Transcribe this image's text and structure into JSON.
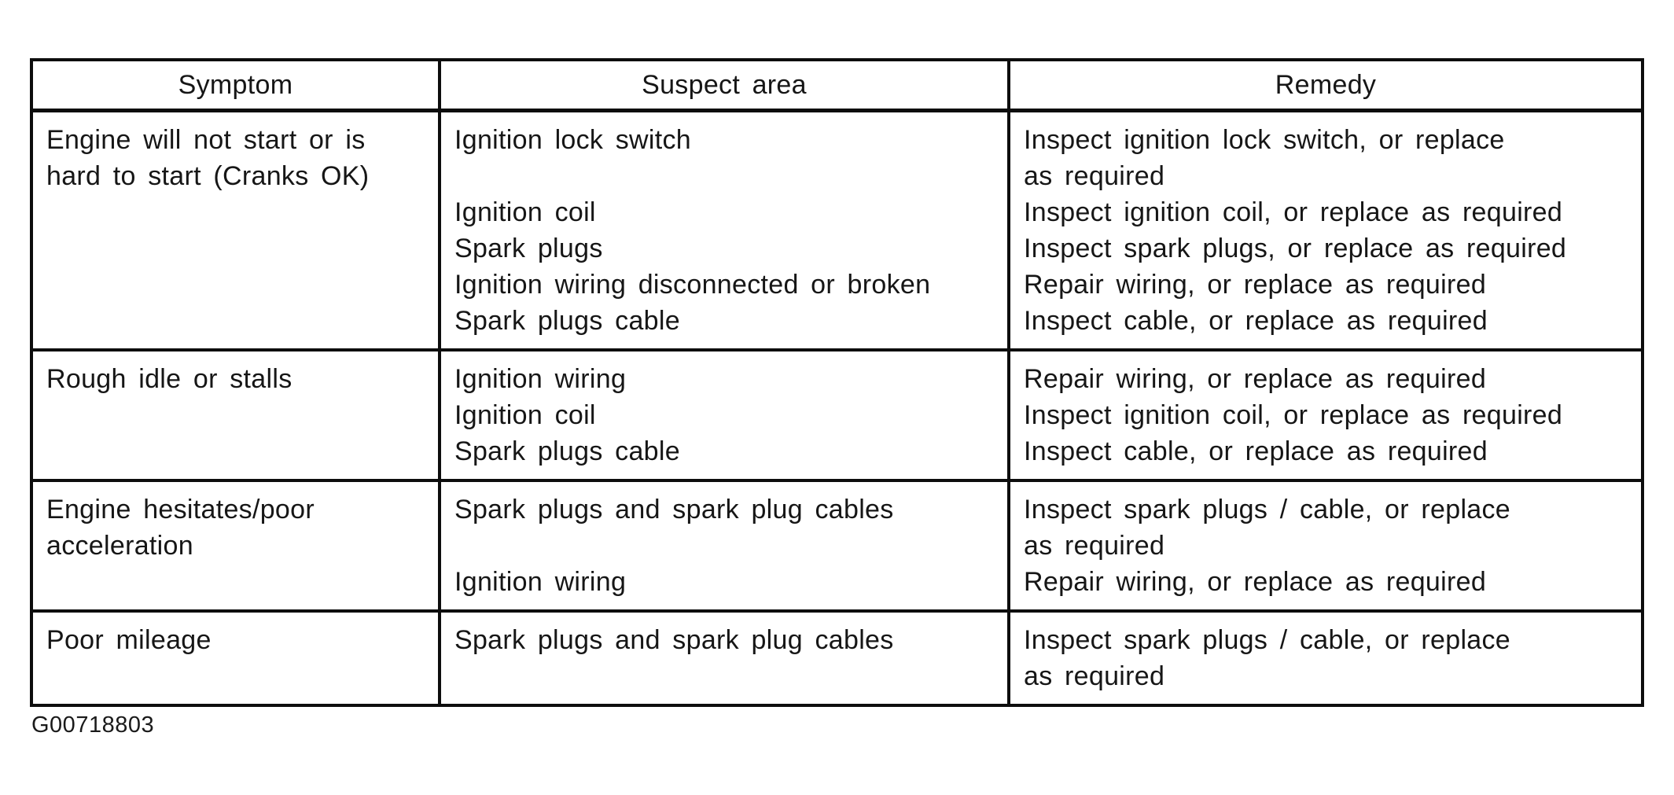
{
  "page": {
    "figure_code": "G00718803"
  },
  "table": {
    "headers": [
      "Symptom",
      "Suspect area",
      "Remedy"
    ],
    "rows": [
      {
        "symptom": [
          "Engine will not start or is",
          "hard to start (Cranks OK)"
        ],
        "suspect": [
          "Ignition lock switch",
          "",
          "Ignition coil",
          "Spark plugs",
          "Ignition wiring disconnected or broken",
          "Spark plugs cable"
        ],
        "remedy": [
          "Inspect ignition lock switch, or replace",
          "as required",
          "Inspect ignition coil, or replace as required",
          "Inspect spark plugs, or replace as required",
          "Repair wiring, or replace as required",
          "Inspect cable, or replace as required"
        ]
      },
      {
        "symptom": [
          "Rough idle or stalls"
        ],
        "suspect": [
          "Ignition wiring",
          "Ignition coil",
          "Spark plugs cable"
        ],
        "remedy": [
          "Repair wiring, or replace as required",
          "Inspect ignition coil, or replace as required",
          "Inspect cable, or replace as required"
        ]
      },
      {
        "symptom": [
          "Engine hesitates/poor",
          "acceleration"
        ],
        "suspect": [
          "Spark plugs and spark plug cables",
          "",
          "Ignition wiring"
        ],
        "remedy": [
          "Inspect spark plugs / cable, or replace",
          "as required",
          "Repair wiring, or replace as required"
        ]
      },
      {
        "symptom": [
          "Poor mileage"
        ],
        "suspect": [
          "Spark plugs and spark plug cables"
        ],
        "remedy": [
          "Inspect spark plugs / cable, or replace",
          "as required"
        ]
      }
    ]
  }
}
